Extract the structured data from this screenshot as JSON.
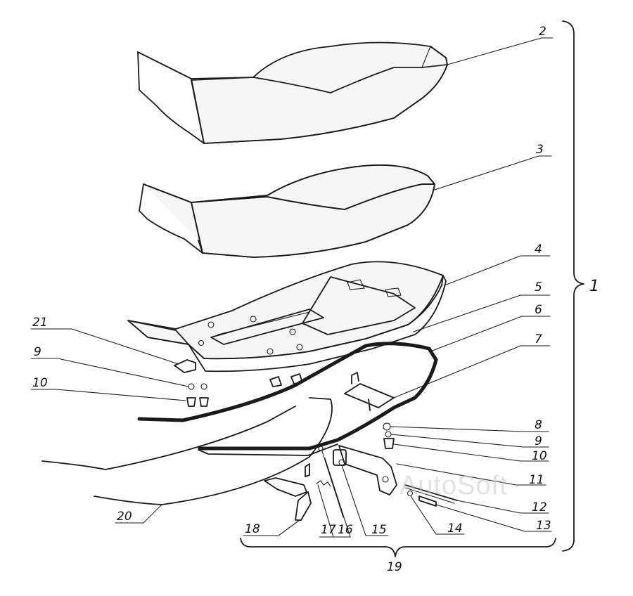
{
  "watermark": "AutoSoft",
  "callouts": [
    {
      "id": "c1",
      "label": "1"
    },
    {
      "id": "c2",
      "label": "2"
    },
    {
      "id": "c3",
      "label": "3"
    },
    {
      "id": "c4",
      "label": "4"
    },
    {
      "id": "c5",
      "label": "5"
    },
    {
      "id": "c6",
      "label": "6"
    },
    {
      "id": "c7",
      "label": "7"
    },
    {
      "id": "c8",
      "label": "8"
    },
    {
      "id": "c9a",
      "label": "9"
    },
    {
      "id": "c9b",
      "label": "9"
    },
    {
      "id": "c10a",
      "label": "10"
    },
    {
      "id": "c10b",
      "label": "10"
    },
    {
      "id": "c11",
      "label": "11"
    },
    {
      "id": "c12",
      "label": "12"
    },
    {
      "id": "c13",
      "label": "13"
    },
    {
      "id": "c14",
      "label": "14"
    },
    {
      "id": "c15",
      "label": "15"
    },
    {
      "id": "c16",
      "label": "16"
    },
    {
      "id": "c17",
      "label": "17"
    },
    {
      "id": "c18",
      "label": "18"
    },
    {
      "id": "c19",
      "label": "19"
    },
    {
      "id": "c20",
      "label": "20"
    },
    {
      "id": "c21",
      "label": "21"
    }
  ],
  "colors": {
    "ink": "#1a1a1a",
    "paper": "#ffffff",
    "watermark": "#c9c9c9"
  }
}
